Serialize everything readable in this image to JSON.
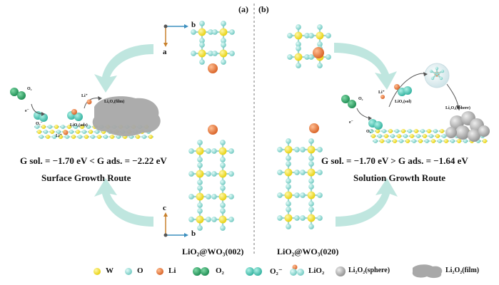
{
  "panels": {
    "a": "(a)",
    "b": "(b)"
  },
  "axes": {
    "top_b": "b",
    "top_a": "a",
    "bottom_c": "c",
    "bottom_b": "b"
  },
  "models": {
    "left": "LiO₂@WO₃(002)",
    "right": "LiO₂@WO₃(020)"
  },
  "left_route": {
    "equation": "G sol. = −1.70 eV < G ads. = −2.22 eV",
    "route": "Surface Growth Route",
    "labels": {
      "o2": "O₂",
      "eminus": "e⁻",
      "o2minus": "O₂⁻",
      "liplus": "Li⁺",
      "lio2": "LiO₂(ads)",
      "li2o2film": "Li₂O₂(film)",
      "li_bottom": "Li⁺"
    }
  },
  "right_route": {
    "equation": "G sol. = −1.70 eV > G ads. = −1.64 eV",
    "route": "Solution Growth Route",
    "labels": {
      "o2": "O₂",
      "eminus": "e⁻",
      "o2minus": "O₂⁻",
      "liplus": "Li⁺",
      "lio2sol": "LiO₂(sol)",
      "li2o2sphere": "Li₂O₂(sphere)"
    }
  },
  "legend": [
    {
      "symbol": "W",
      "label": "W",
      "color": "#f3e21c"
    },
    {
      "symbol": "O",
      "label": "O",
      "color": "#8fd8d2"
    },
    {
      "symbol": "Li",
      "label": "Li",
      "color": "#e8773a"
    },
    {
      "symbol": "O2",
      "label": "O₂",
      "color": "#2fa86a"
    },
    {
      "symbol": "O2minus",
      "label": "O₂⁻",
      "color": "#4cc7b6"
    },
    {
      "symbol": "LiO2",
      "label": "LiO₂",
      "color": "#8fd8d2"
    },
    {
      "symbol": "sphere",
      "label": "Li₂O₂(sphere)",
      "color": "#b5b5b5"
    },
    {
      "symbol": "film",
      "label": "Li₂O₂(film)",
      "color": "#a8a8a8"
    }
  ],
  "colors": {
    "arrow": "#bfe6df",
    "arrow_dark": "#9fd8cf",
    "W": "#f3e21c",
    "O": "#8fd8d2",
    "Li": "#e8773a",
    "O2": "#2fa86a",
    "O2minus": "#4cc7b6",
    "Li2O2": "#b5b5b5"
  }
}
